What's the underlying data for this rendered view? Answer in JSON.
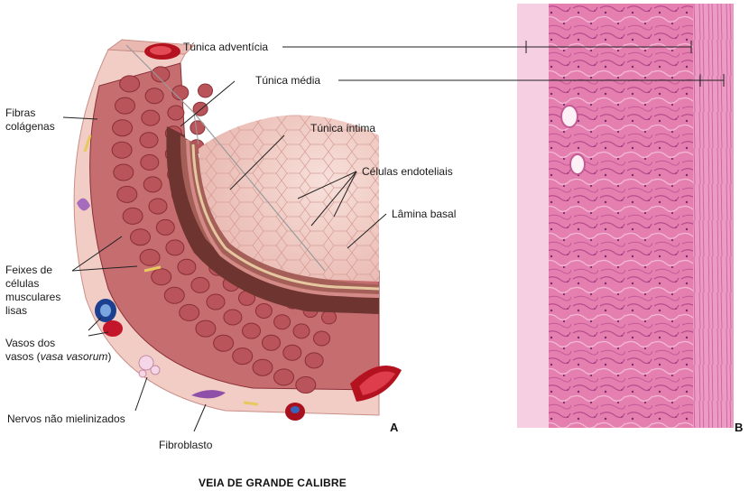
{
  "labels": {
    "tunica_adventicia": "Túnica adventícia",
    "tunica_media": "Túnica média",
    "tunica_intima": "Túnica íntima",
    "celulas_endoteliais": "Células endoteliais",
    "lamina_basal": "Lâmina basal",
    "fibras_colagenas": [
      "Fibras",
      "colágenas"
    ],
    "feixes": [
      "Feixes de",
      "células",
      "musculares",
      "lisas"
    ],
    "vasos_line1": "Vasos dos",
    "vasos_line2_prefix": "vasos (",
    "vasos_line2_italic": "vasa vasorum",
    "vasos_line2_suffix": ")",
    "nervos": "Nervos não mielinizados",
    "fibroblasto": "Fibroblasto"
  },
  "panels": {
    "a": "A",
    "b": "B"
  },
  "caption": "VEIA DE GRANDE CALIBRE",
  "colors": {
    "adventitia": "#f2cdc6",
    "muscle_bundle": "#b9555a",
    "muscle_dark": "#8a2f36",
    "media_band": "#7a3a36",
    "intima": "#f6d9d2",
    "lumen": "#f3d3cc",
    "blood": "#c4162a",
    "stain_pink": "#e88ab8",
    "stain_purple": "#b7468e"
  }
}
